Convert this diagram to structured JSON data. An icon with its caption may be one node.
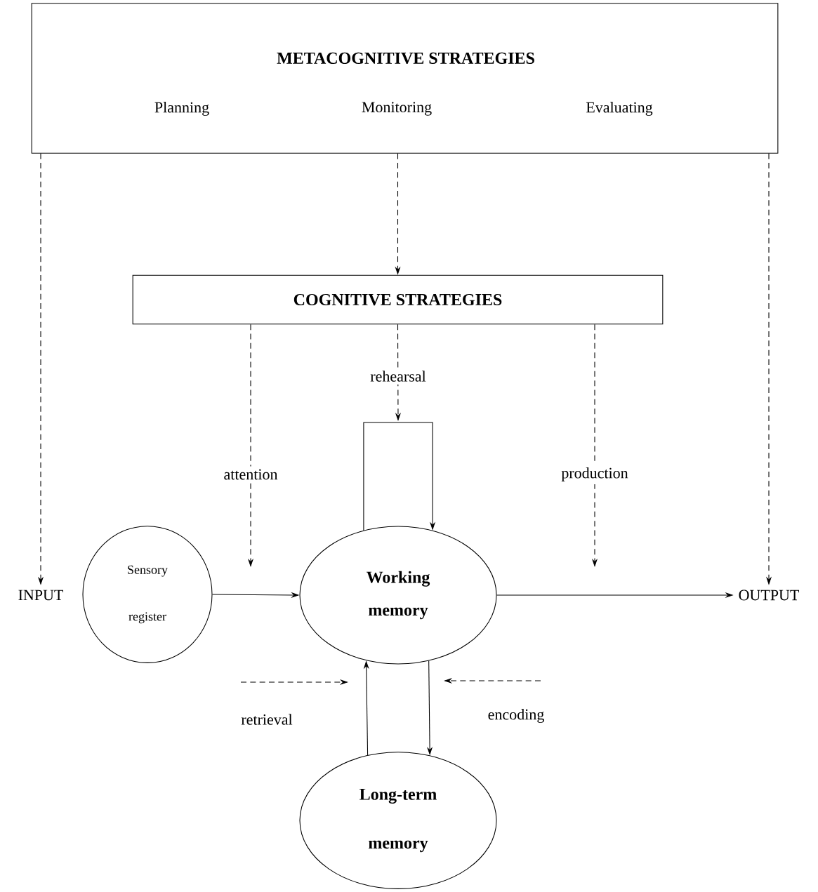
{
  "diagram": {
    "nodes": [
      {
        "text": [
          "METACOGNITIVE STRATEGIES",
          "Planning",
          "Monitoring",
          "Evaluating"
        ]
      },
      {
        "text": [
          "COGNITIVE STRATEGIES"
        ]
      },
      {
        "text": [
          "INPUT"
        ]
      },
      {
        "text": [
          "Sensory register"
        ]
      },
      {
        "text": [
          "Working memory"
        ]
      },
      {
        "text": [
          "OUTPUT"
        ]
      },
      {
        "text": [
          "Long-term memory"
        ]
      }
    ],
    "edges": [
      {
        "from": 0,
        "to": 2,
        "arrow": "to",
        "style": "dashed"
      },
      {
        "from": 0,
        "to": 1,
        "arrow": "to",
        "style": "dashed"
      },
      {
        "from": 0,
        "to": 5,
        "arrow": "to",
        "style": "dashed"
      },
      {
        "from": 1,
        "to": null,
        "arrow": "to",
        "style": "dashed",
        "label": "attention"
      },
      {
        "from": 1,
        "to": null,
        "arrow": "to",
        "style": "dashed",
        "label": "rehearsal"
      },
      {
        "from": 1,
        "to": null,
        "arrow": "to",
        "style": "dashed",
        "label": "production"
      },
      {
        "from": 4,
        "to": 4,
        "arrow": "to"
      },
      {
        "from": 3,
        "to": 4,
        "arrow": "to"
      },
      {
        "from": 4,
        "to": 5,
        "arrow": "to"
      },
      {
        "from": 6,
        "to": 4,
        "arrow": "to"
      },
      {
        "from": 4,
        "to": 6,
        "arrow": "to"
      }
    ],
    "labels": [
      "retrieval",
      "encoding"
    ]
  }
}
